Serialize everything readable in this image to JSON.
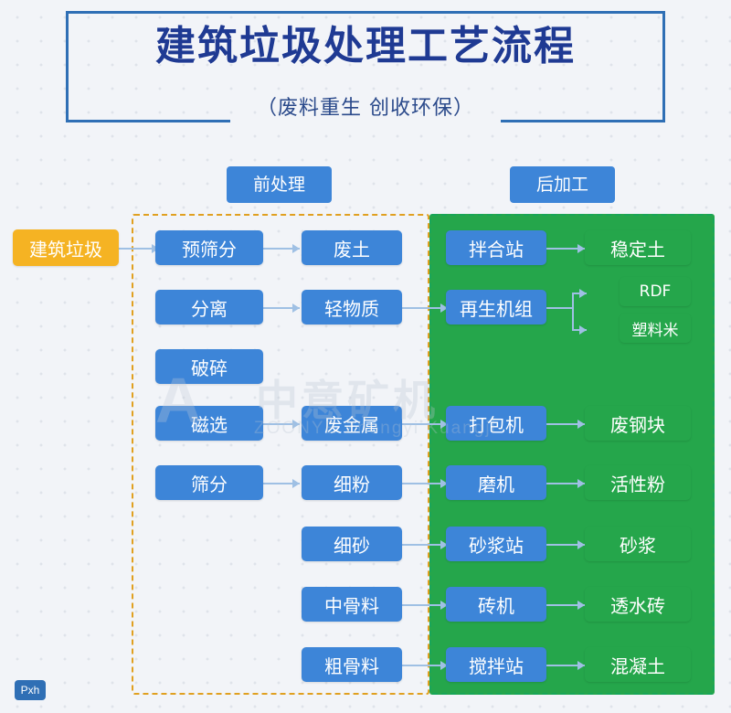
{
  "header": {
    "title": "建筑垃圾处理工艺流程",
    "subtitle": "（废料重生  创收环保）"
  },
  "groups": [
    {
      "label": "前处理"
    },
    {
      "label": "后加工"
    }
  ],
  "nodes": {
    "source": "建筑垃圾",
    "pre_col1": [
      "预筛分",
      "分离",
      "破碎",
      "磁选",
      "筛分"
    ],
    "pre_col2": [
      "废土",
      "轻物质",
      "废金属",
      "细粉",
      "细砂",
      "中骨料",
      "粗骨料"
    ],
    "post_col1": [
      "拌合站",
      "再生机组",
      "打包机",
      "磨机",
      "砂浆站",
      "砖机",
      "搅拌站"
    ],
    "post_col2": [
      "稳定土",
      "RDF",
      "塑料米",
      "废钢块",
      "活性粉",
      "砂浆",
      "透水砖",
      "混凝土"
    ]
  },
  "watermark": {
    "logo": "A",
    "text": "中意矿机",
    "sub": "ZOONYE Zhongyi Kuangji"
  },
  "badge": {
    "label": "Pxh"
  },
  "colors": {
    "blue": "#3d85d8",
    "green": "#25a64b",
    "orange": "#f5b323",
    "zone_pre": "#e0a020",
    "zone_post": "#18a558",
    "title": "#1f3a93"
  }
}
